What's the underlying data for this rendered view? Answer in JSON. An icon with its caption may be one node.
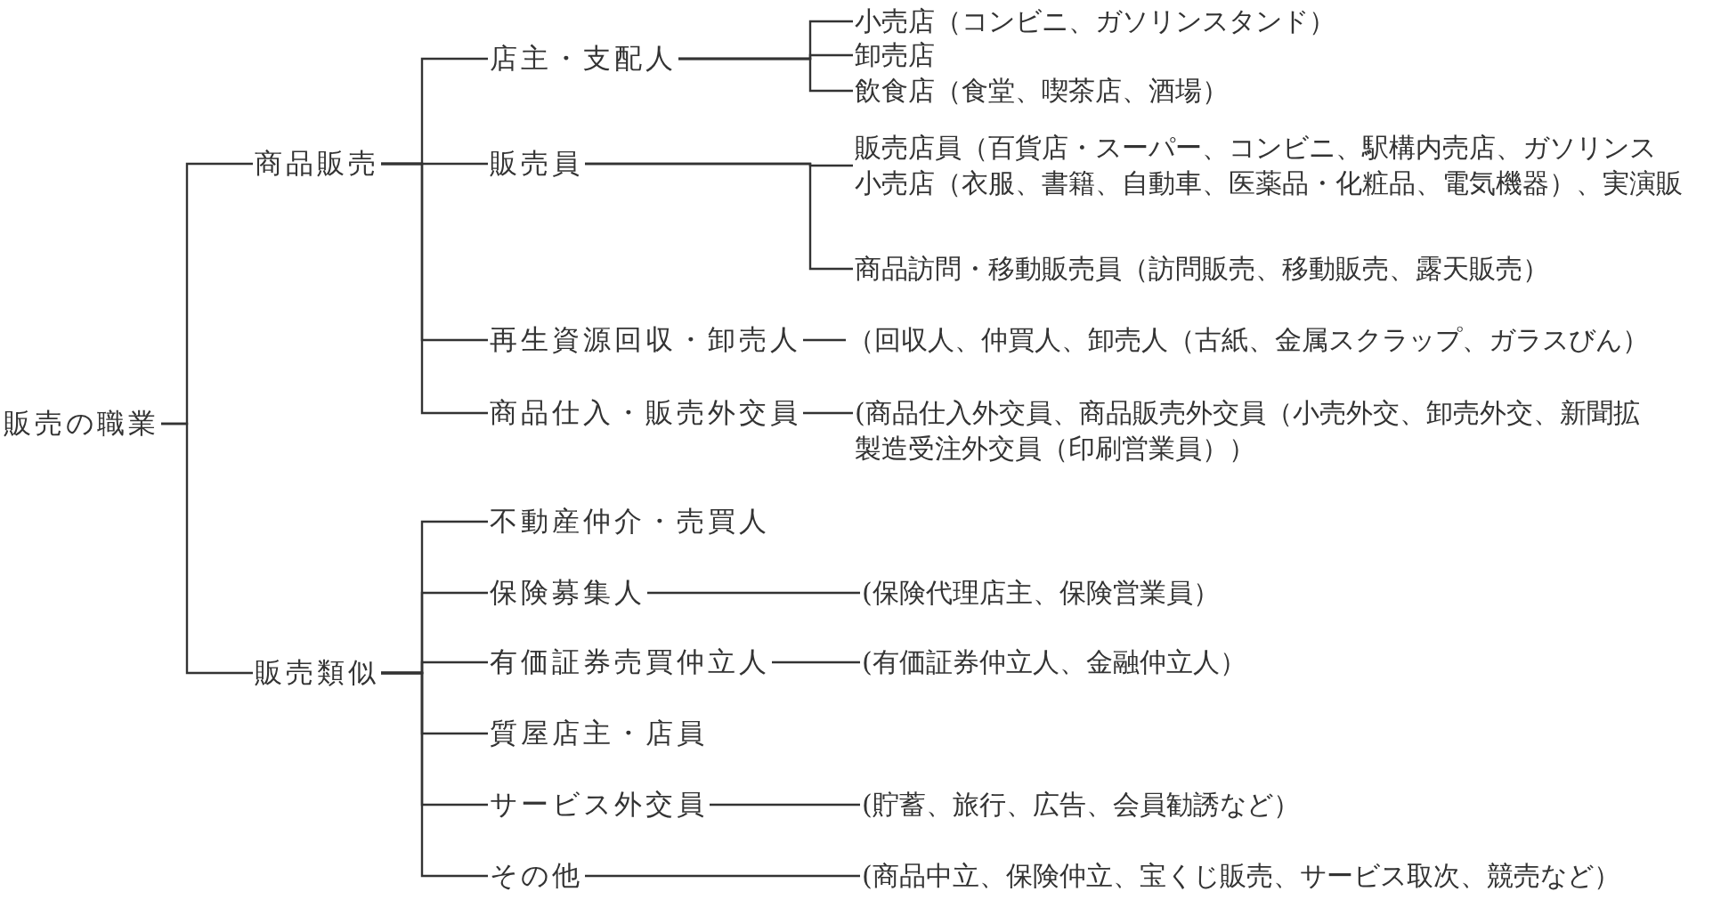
{
  "diagram": {
    "nodes": [
      {
        "text": [
          "販売の職業"
        ]
      },
      {
        "text": [
          "商品販売"
        ]
      },
      {
        "text": [
          "店主・支配人"
        ]
      },
      {
        "text": [
          "小売店（コンビニ、ガソリンスタンド）"
        ]
      },
      {
        "text": [
          "卸売店"
        ]
      },
      {
        "text": [
          "飲食店（食堂、喫茶店、酒場）"
        ]
      },
      {
        "text": [
          "販売員"
        ]
      },
      {
        "text": [
          "販売店員（百貨店・スーパー、コンビニ、駅構内売店、ガソリンス",
          "小売店（衣服、書籍、自動車、医薬品・化粧品、電気機器）、実演販"
        ]
      },
      {
        "text": [
          "商品訪問・移動販売員（訪問販売、移動販売、露天販売）"
        ]
      },
      {
        "text": [
          "再生資源回収・卸売人"
        ]
      },
      {
        "text": [
          "（回収人、仲買人、卸売人（古紙、金属スクラップ、ガラスびん）"
        ]
      },
      {
        "text": [
          "商品仕入・販売外交員"
        ]
      },
      {
        "text": [
          "(商品仕入外交員、商品販売外交員（小売外交、卸売外交、新聞拡",
          "製造受注外交員（印刷営業員））"
        ]
      },
      {
        "text": [
          "販売類似"
        ]
      },
      {
        "text": [
          "不動産仲介・売買人"
        ]
      },
      {
        "text": [
          "保険募集人"
        ]
      },
      {
        "text": [
          "(保険代理店主、保険営業員）"
        ]
      },
      {
        "text": [
          "有価証券売買仲立人"
        ]
      },
      {
        "text": [
          "(有価証券仲立人、金融仲立人）"
        ]
      },
      {
        "text": [
          "質屋店主・店員"
        ]
      },
      {
        "text": [
          "サービス外交員"
        ]
      },
      {
        "text": [
          "(貯蓄、旅行、広告、会員勧誘など）"
        ]
      },
      {
        "text": [
          "その他"
        ]
      },
      {
        "text": [
          "(商品中立、保険仲立、宝くじ販売、サービス取次、競売など）"
        ]
      }
    ],
    "edges": [
      {
        "from": 0,
        "to": 1,
        "arrow": "none"
      },
      {
        "from": 0,
        "to": 13,
        "arrow": "none"
      },
      {
        "from": 1,
        "to": 2,
        "arrow": "none"
      },
      {
        "from": 1,
        "to": 6,
        "arrow": "none"
      },
      {
        "from": 1,
        "to": 9,
        "arrow": "none"
      },
      {
        "from": 1,
        "to": 11,
        "arrow": "none"
      },
      {
        "from": 2,
        "to": 3,
        "arrow": "none"
      },
      {
        "from": 2,
        "to": 4,
        "arrow": "none"
      },
      {
        "from": 2,
        "to": 5,
        "arrow": "none"
      },
      {
        "from": 6,
        "to": 7,
        "arrow": "none"
      },
      {
        "from": 6,
        "to": 8,
        "arrow": "none"
      },
      {
        "from": 9,
        "to": 10,
        "arrow": "none"
      },
      {
        "from": 11,
        "to": 12,
        "arrow": "none"
      },
      {
        "from": 13,
        "to": 14,
        "arrow": "none"
      },
      {
        "from": 13,
        "to": 15,
        "arrow": "none"
      },
      {
        "from": 13,
        "to": 17,
        "arrow": "none"
      },
      {
        "from": 13,
        "to": 19,
        "arrow": "none"
      },
      {
        "from": 13,
        "to": 20,
        "arrow": "none"
      },
      {
        "from": 13,
        "to": 22,
        "arrow": "none"
      },
      {
        "from": 15,
        "to": 16,
        "arrow": "none"
      },
      {
        "from": 17,
        "to": 18,
        "arrow": "none"
      },
      {
        "from": 20,
        "to": 21,
        "arrow": "none"
      },
      {
        "from": 22,
        "to": 23,
        "arrow": "none"
      }
    ]
  }
}
